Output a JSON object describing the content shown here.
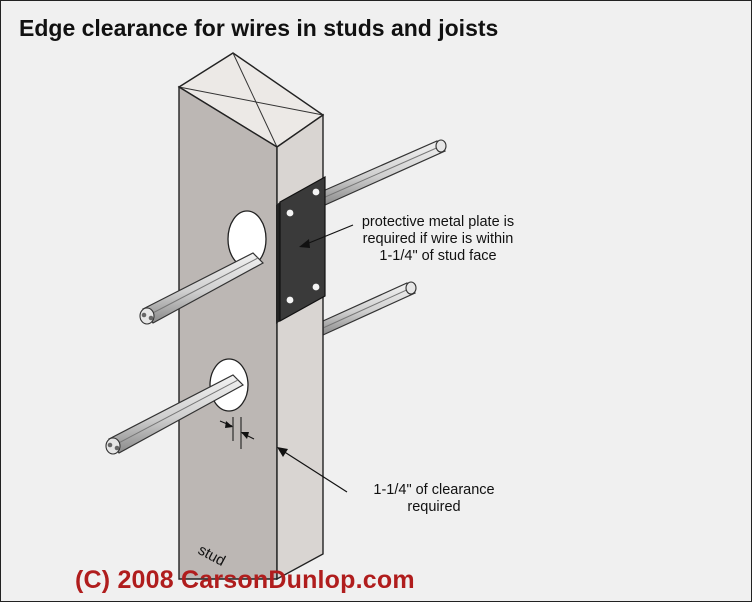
{
  "title": "Edge clearance for wires in studs and joists",
  "callouts": {
    "plate": [
      "protective metal plate is",
      "required if wire is within",
      "1-1/4\" of stud face"
    ],
    "clearance": [
      "1-1/4\" of clearance",
      "required"
    ]
  },
  "stud_label": "stud",
  "copyright": "(C) 2008 CarsonDunlop.com",
  "colors": {
    "background": "#f0f0f0",
    "stud_front": "#bcb7b4",
    "stud_side": "#d9d5d2",
    "stud_top": "#ece9e6",
    "plate": "#3a3a3a",
    "wire": "#d4d4d4",
    "copyright": "#b01d1d"
  }
}
